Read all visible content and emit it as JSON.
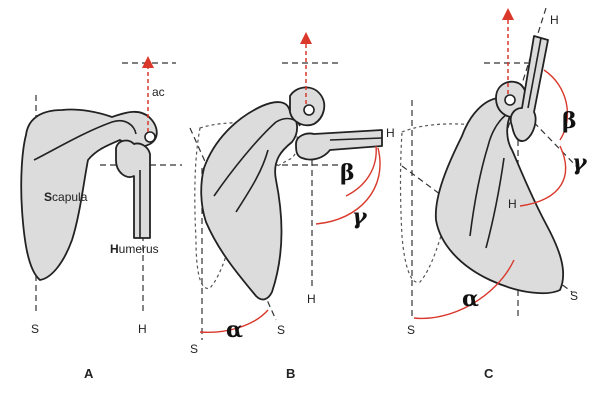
{
  "panels": {
    "a": {
      "letter": "A",
      "ac": "ac",
      "scapula_bold": "S",
      "scapula_rest": "capula",
      "humerus_bold": "H",
      "humerus_rest": "umerus",
      "s": "S",
      "h": "H"
    },
    "b": {
      "letter": "B",
      "h_top": "H",
      "h_bottom": "H",
      "s_axis": "S",
      "s_ref": "S",
      "alpha": "α",
      "beta": "β",
      "gamma": "γ"
    },
    "c": {
      "letter": "C",
      "h_top": "H",
      "h_mid": "H",
      "s_axis": "S",
      "s_ref": "S",
      "alpha": "α",
      "beta": "β",
      "gamma": "γ"
    }
  },
  "colors": {
    "bone_fill": "#dcdcdc",
    "outline": "#222222",
    "accent_red": "#d9382b"
  }
}
